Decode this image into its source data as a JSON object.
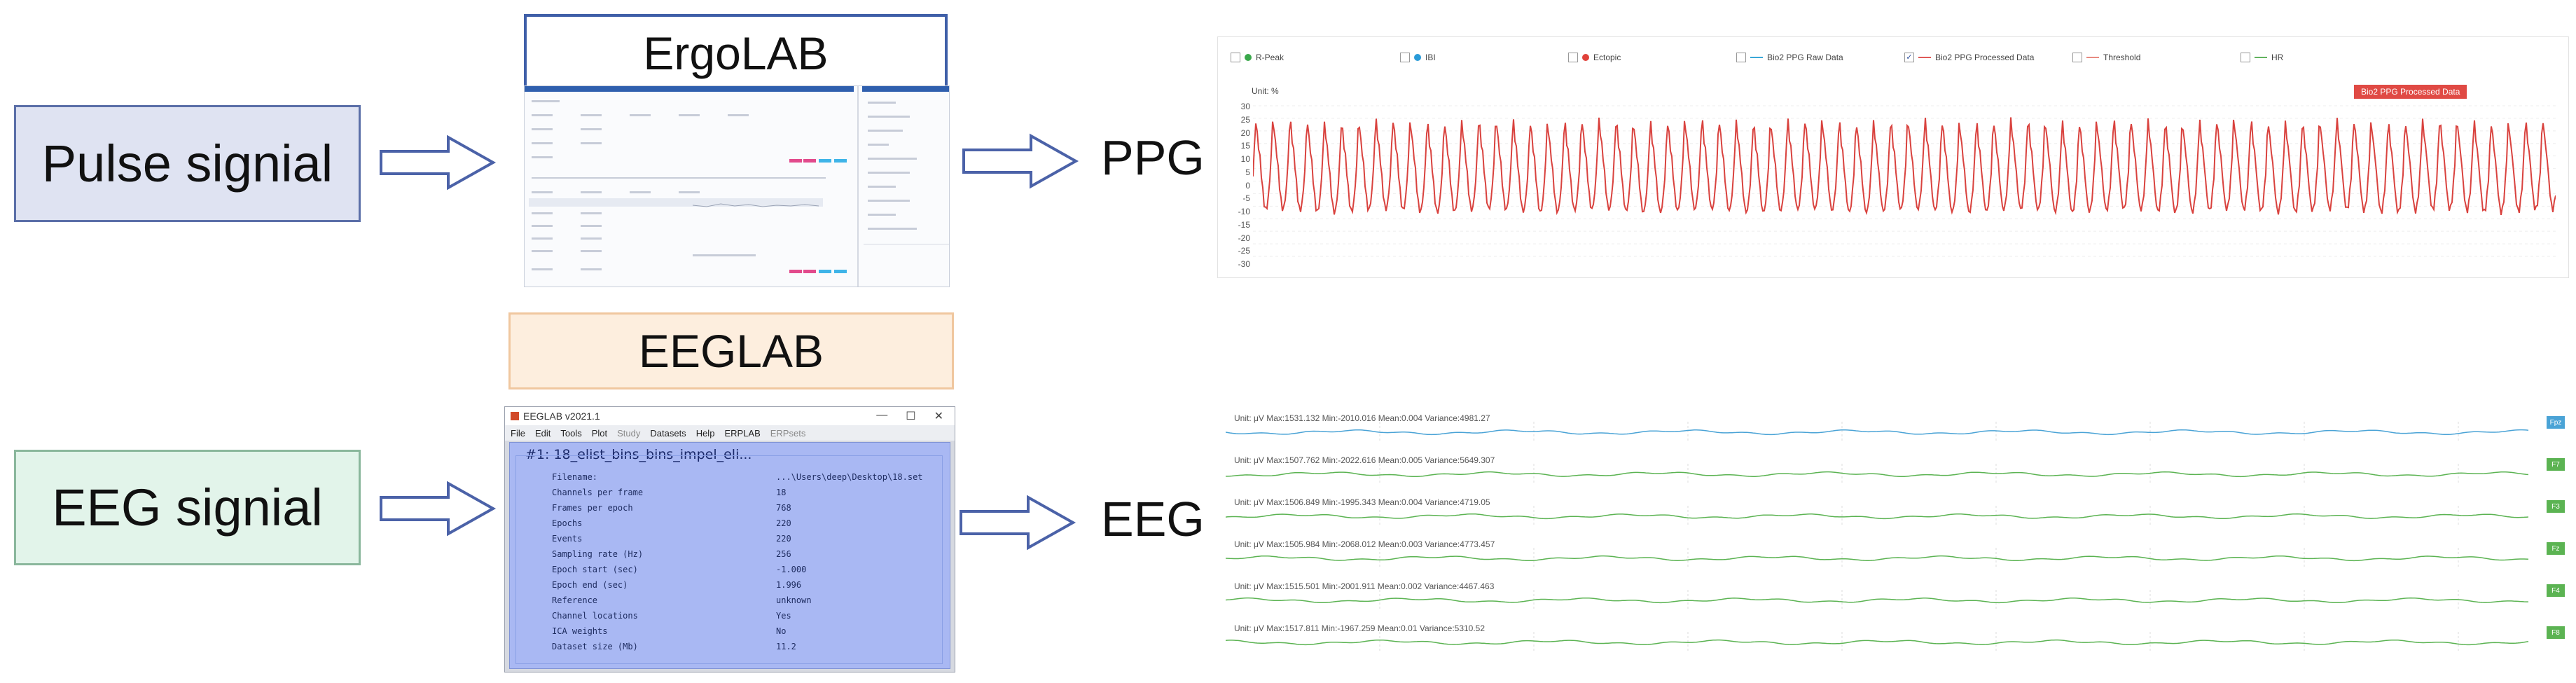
{
  "inputs": {
    "pulse_label": "Pulse signial",
    "eeg_label": "EEG signial"
  },
  "tools": {
    "ergolab_title": "ErgoLAB",
    "eeglab_title": "EEGLAB"
  },
  "outputs": {
    "ppg_label": "PPG",
    "eeg_label": "EEG"
  },
  "eeglab_window": {
    "title": "EEGLAB v2021.1",
    "menu": [
      "File",
      "Edit",
      "Tools",
      "Plot",
      "Study",
      "Datasets",
      "Help",
      "ERPLAB",
      "ERPsets"
    ],
    "dataset_header": "#1: 18_elist_bins_bins_impel_eli...",
    "rows": [
      {
        "k": "Filename:",
        "v": "...\\Users\\deep\\Desktop\\18.set"
      },
      {
        "k": "Channels per frame",
        "v": "18"
      },
      {
        "k": "Frames per epoch",
        "v": "768"
      },
      {
        "k": "Epochs",
        "v": "220"
      },
      {
        "k": "Events",
        "v": "220"
      },
      {
        "k": "Sampling rate (Hz)",
        "v": "256"
      },
      {
        "k": "Epoch start (sec)",
        "v": "-1.000"
      },
      {
        "k": "Epoch end (sec)",
        "v": "1.996"
      },
      {
        "k": "Reference",
        "v": "unknown"
      },
      {
        "k": "Channel locations",
        "v": "Yes"
      },
      {
        "k": "ICA weights",
        "v": "No"
      },
      {
        "k": "Dataset size (Mb)",
        "v": "11.2"
      }
    ]
  },
  "ppg_chart": {
    "legend": [
      "R-Peak",
      "IBI",
      "Ectopic",
      "Bio2 PPG Raw Data",
      "Bio2 PPG Processed Data",
      "Threshold",
      "HR"
    ],
    "legend_colors": [
      "#3aa84b",
      "#2a9bd8",
      "#e0413a",
      "#39a8d8",
      "#e05a57",
      "#e88a80",
      "#62b35f"
    ],
    "unit": "Unit: %",
    "badge": "Bio2 PPG Processed Data",
    "line_color": "#d9423e",
    "yticks": [
      "30",
      "25",
      "20",
      "15",
      "10",
      "5",
      "0",
      "-5",
      "-10",
      "-15",
      "-20",
      "-25",
      "-30"
    ]
  },
  "eeg_chart": {
    "channels": [
      {
        "label": "Unit: μV  Max:1531.132  Min:-2010.016  Mean:0.004  Variance:4981.27",
        "tag": "Fpz",
        "color": "#4aa3d6"
      },
      {
        "label": "Unit: μV  Max:1507.762  Min:-2022.616  Mean:0.005  Variance:5649.307",
        "tag": "F7",
        "color": "#5bb352"
      },
      {
        "label": "Unit: μV  Max:1506.849  Min:-1995.343  Mean:0.004  Variance:4719.05",
        "tag": "F3",
        "color": "#5bb352"
      },
      {
        "label": "Unit: μV  Max:1505.984  Min:-2068.012  Mean:0.003  Variance:4773.457",
        "tag": "Fz",
        "color": "#5bb352"
      },
      {
        "label": "Unit: μV  Max:1515.501  Min:-2001.911  Mean:0.002  Variance:4467.463",
        "tag": "F4",
        "color": "#5bb352"
      },
      {
        "label": "Unit: μV  Max:1517.811  Min:-1967.259  Mean:0.01  Variance:5310.52",
        "tag": "F8",
        "color": "#5bb352"
      }
    ]
  }
}
